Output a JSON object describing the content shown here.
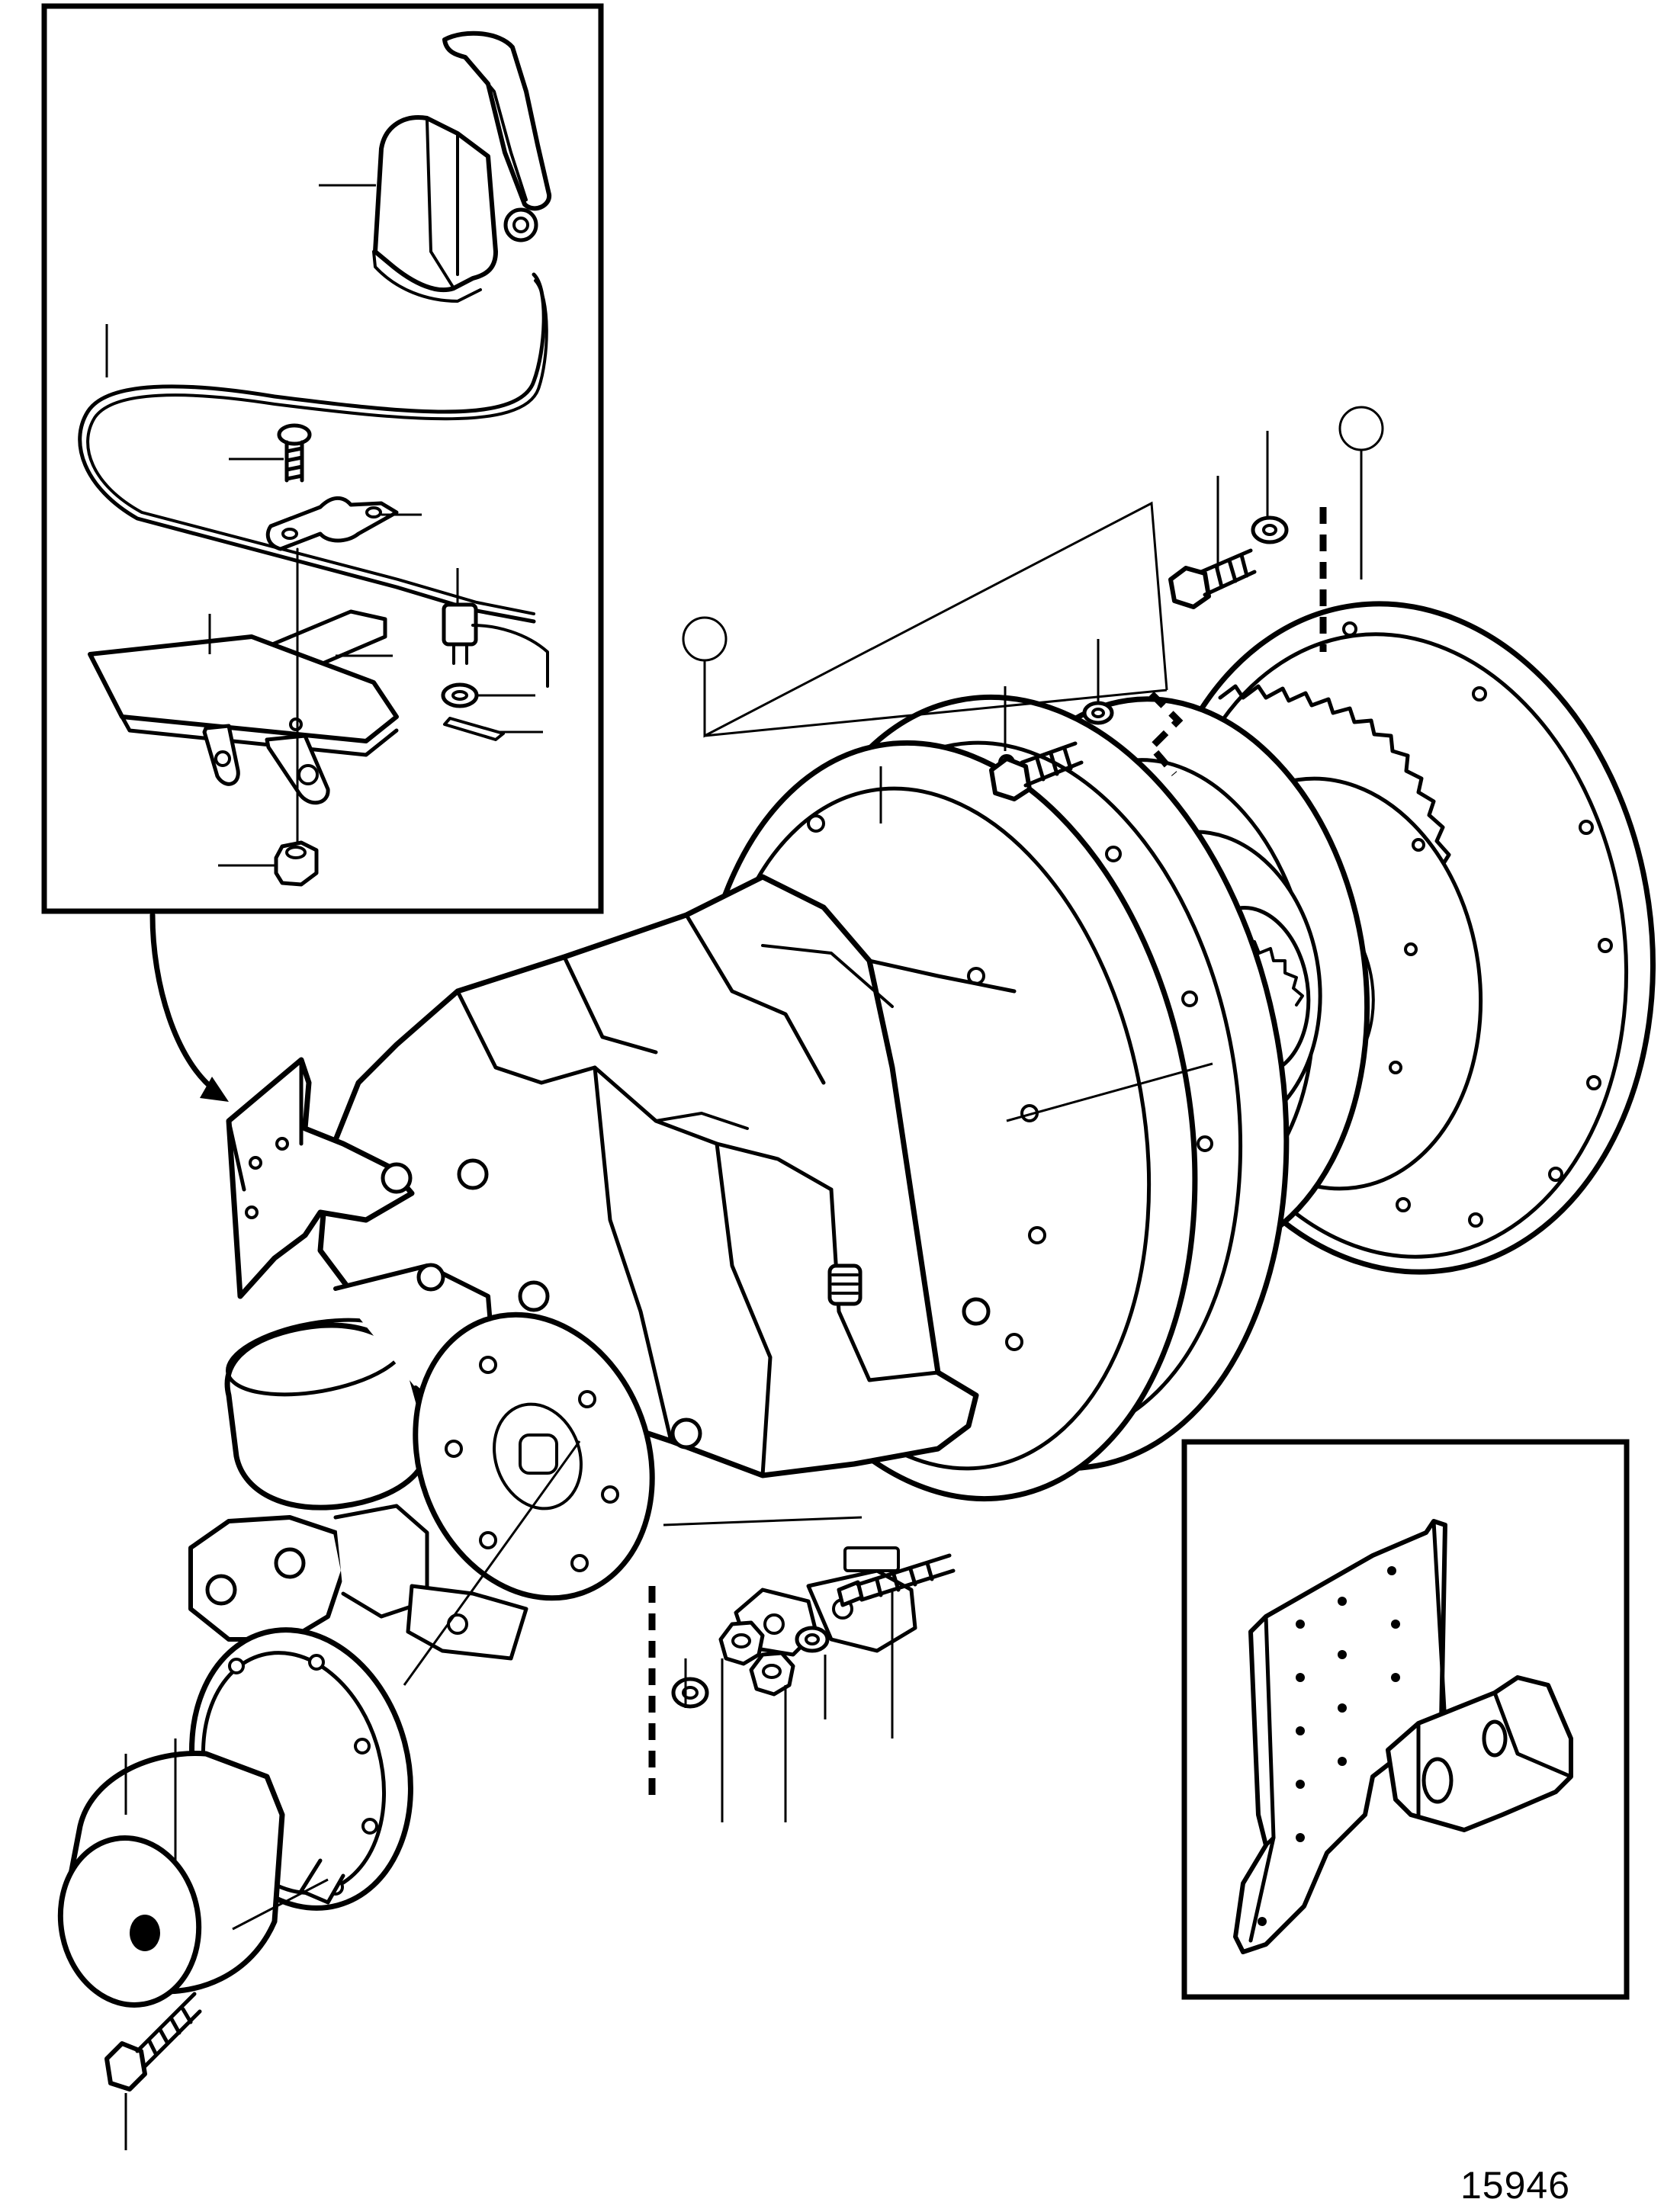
{
  "figure": {
    "reference_number": "15946"
  },
  "colors": {
    "ink": "#000000",
    "paper": "#ffffff"
  },
  "parts": [
    "control-lever",
    "control-housing",
    "control-cable",
    "screw",
    "cable-clamp",
    "cable-bracket",
    "mounting-plate",
    "cable-end",
    "washer",
    "split-pin",
    "nut",
    "reverse-gear-housing",
    "gasket",
    "flywheel-adapter",
    "damper-plate",
    "output-flange",
    "propeller-shaft-coupling",
    "oil-filter",
    "mounting-bracket",
    "stud"
  ]
}
